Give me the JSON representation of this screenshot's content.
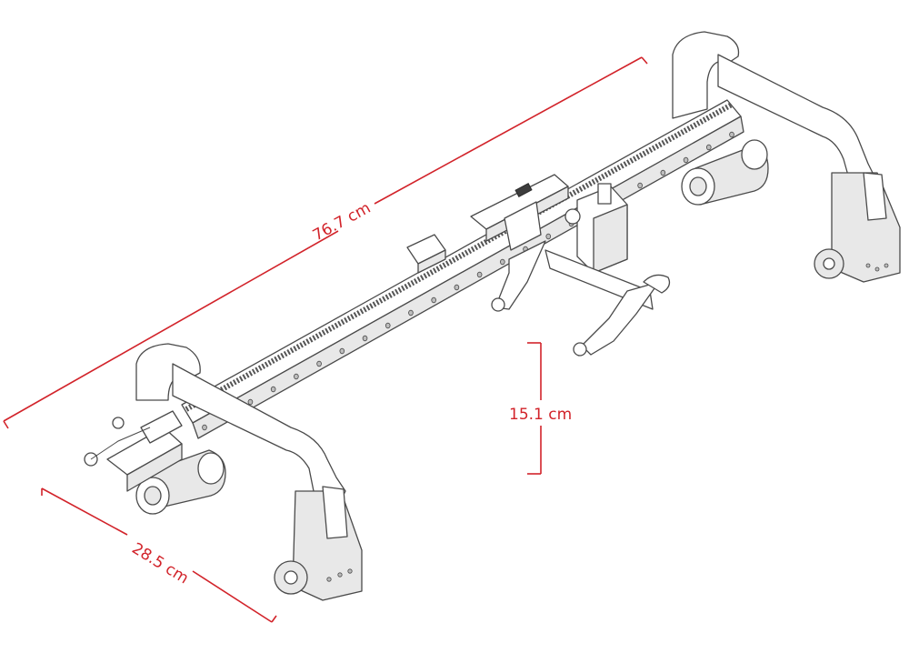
{
  "dimensions": {
    "length": {
      "label": "76.7 cm",
      "value": 76.7,
      "unit": "cm"
    },
    "height": {
      "label": "15.1 cm",
      "value": 15.1,
      "unit": "cm"
    },
    "width": {
      "label": "28.5 cm",
      "value": 28.5,
      "unit": "cm"
    }
  },
  "colors": {
    "dimension": "#d2232a",
    "line_art": "#4a4a4a",
    "background": "#ffffff"
  }
}
